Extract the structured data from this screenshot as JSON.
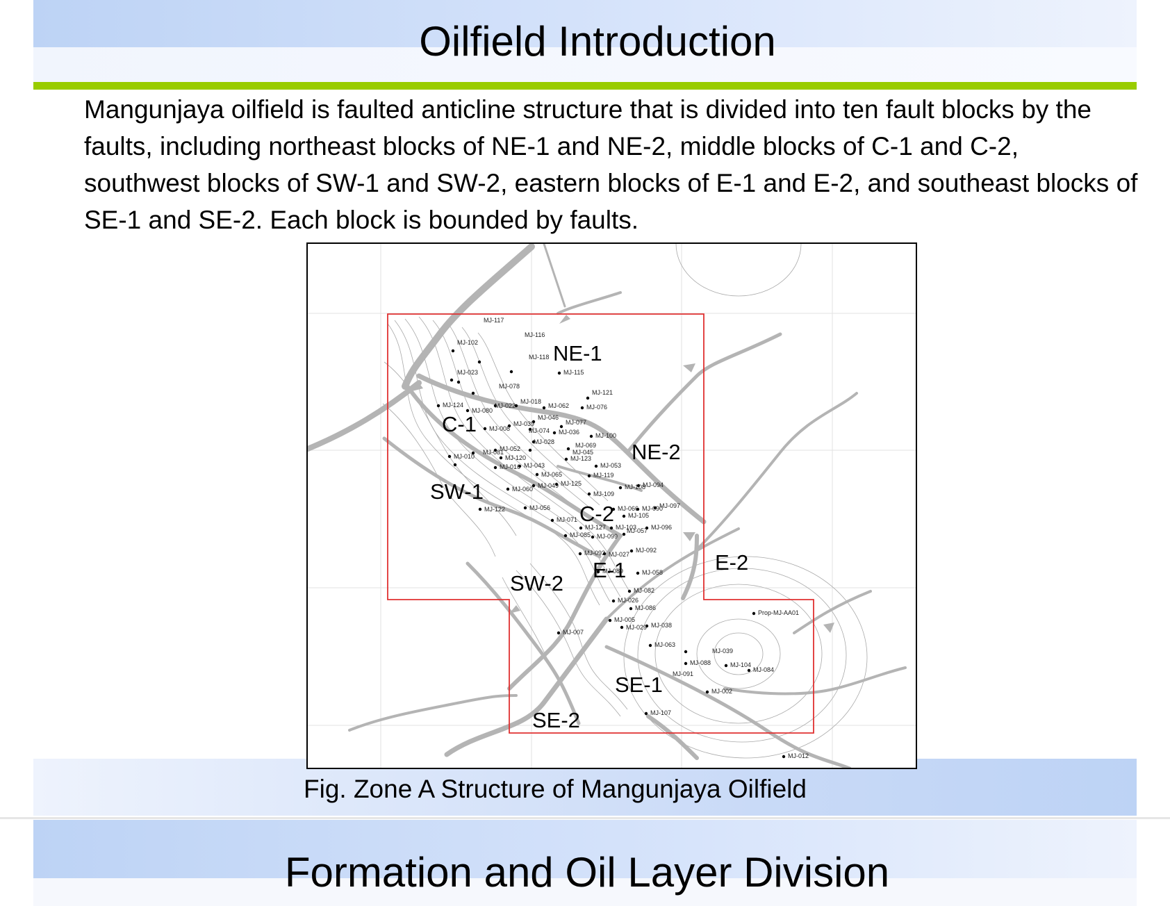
{
  "slide": {
    "title": "Oilfield Introduction",
    "body": "Mangunjaya oilfield is faulted anticline structure that is divided into ten fault blocks by the faults, including northeast blocks of NE-1 and NE-2, middle blocks of C-1 and C-2, southwest blocks of SW-1 and SW-2, eastern blocks of E-1 and E-2, and southeast blocks of SE-1 and SE-2. Each block is bounded by faults.",
    "figure_caption": "Fig. Zone A Structure of Mangunjaya Oilfield",
    "next_title": "Formation and Oil Layer Division"
  },
  "map": {
    "boundary_color": "#e03030",
    "fault_color": "#b4b4b4",
    "blocks": [
      "NE-1",
      "NE-2",
      "C-1",
      "C-2",
      "SW-1",
      "SW-2",
      "E-1",
      "E-2",
      "SE-1",
      "SE-2"
    ],
    "wells": [
      "MJ-117",
      "MJ-116",
      "MJ-102",
      "MJ-118",
      "MJ-115",
      "MJ-023",
      "MJ-078",
      "MJ-121",
      "MJ-124",
      "MJ-080",
      "MJ-022",
      "MJ-018",
      "MJ-062",
      "MJ-076",
      "MJ-046",
      "MJ-077",
      "MJ-039",
      "MJ-074",
      "MJ-036",
      "MJ-100",
      "MJ-008",
      "MJ-028",
      "MJ-052",
      "MJ-069",
      "MJ-081",
      "MJ-045",
      "MJ-010",
      "MJ-120",
      "MJ-123",
      "MJ-016",
      "MJ-043",
      "MJ-053",
      "MJ-119",
      "MJ-065",
      "MJ-049",
      "MJ-125",
      "MJ-094",
      "MJ-060",
      "MJ-108",
      "MJ-109",
      "MJ-122",
      "MJ-056",
      "MJ-097",
      "MJ-066",
      "MJ-090",
      "MJ-071",
      "MJ-105",
      "MJ-127",
      "MJ-103",
      "MJ-096",
      "MJ-085",
      "MJ-099",
      "MJ-057",
      "MJ-093",
      "MJ-027",
      "MJ-092",
      "MJ-089",
      "MJ-058",
      "MJ-082",
      "MJ-026",
      "MJ-086",
      "MJ-005",
      "MJ-038",
      "MJ-029",
      "MJ-007",
      "MJ-063",
      "MJ-039",
      "MJ-088",
      "MJ-104",
      "MJ-084",
      "MJ-091",
      "MJ-002",
      "MJ-107",
      "MJ-012",
      "Prop-MJ-AA01"
    ]
  }
}
